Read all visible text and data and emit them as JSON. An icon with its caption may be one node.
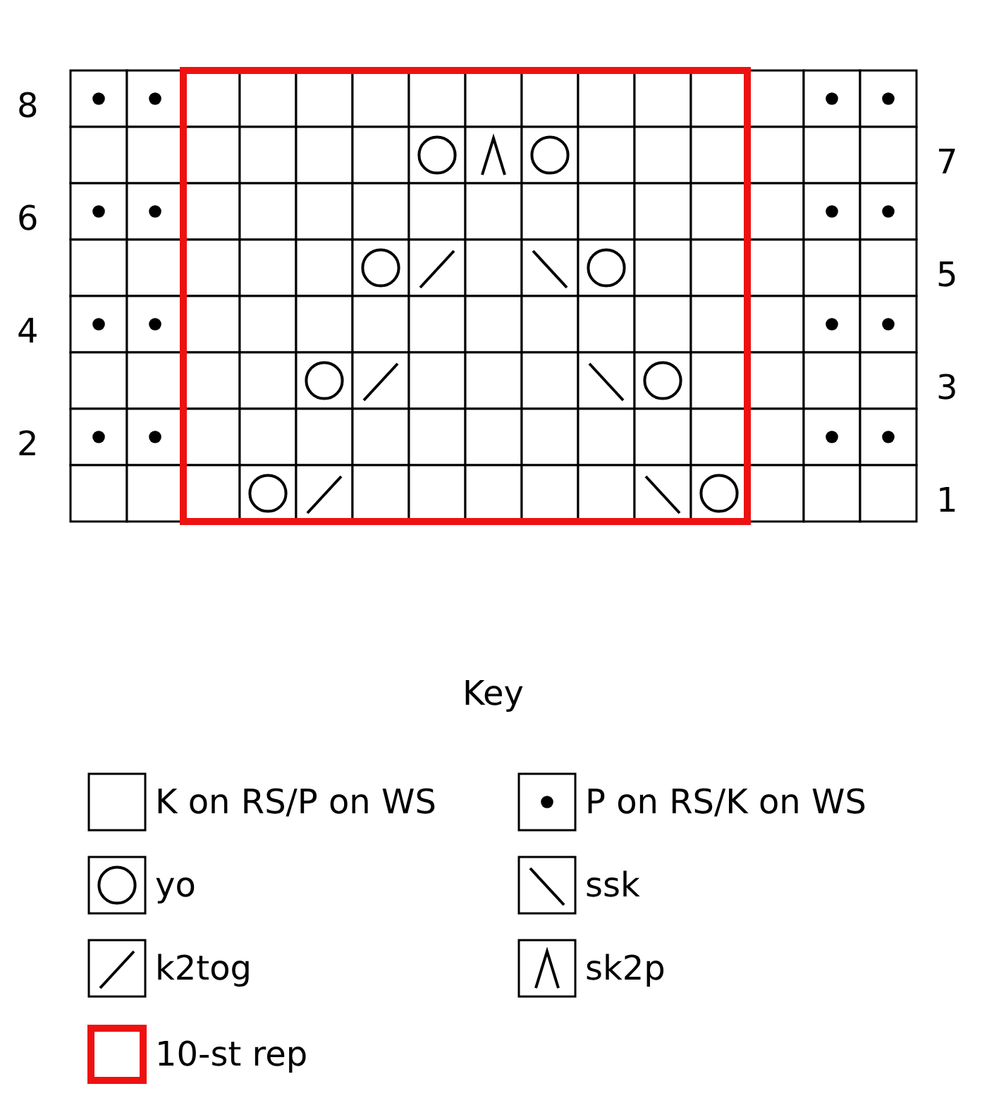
{
  "diagram": {
    "labels": [
      "8",
      "7",
      "6",
      "5",
      "4",
      "3",
      "2",
      "1",
      "Key"
    ],
    "legend": [
      {
        "text": "K on RS/P on WS"
      },
      {
        "text": "P on RS/K on WS"
      },
      {
        "text": "yo"
      },
      {
        "text": "ssk"
      },
      {
        "text": "k2tog"
      },
      {
        "text": "sk2p"
      },
      {
        "text": "10-st rep"
      }
    ]
  }
}
